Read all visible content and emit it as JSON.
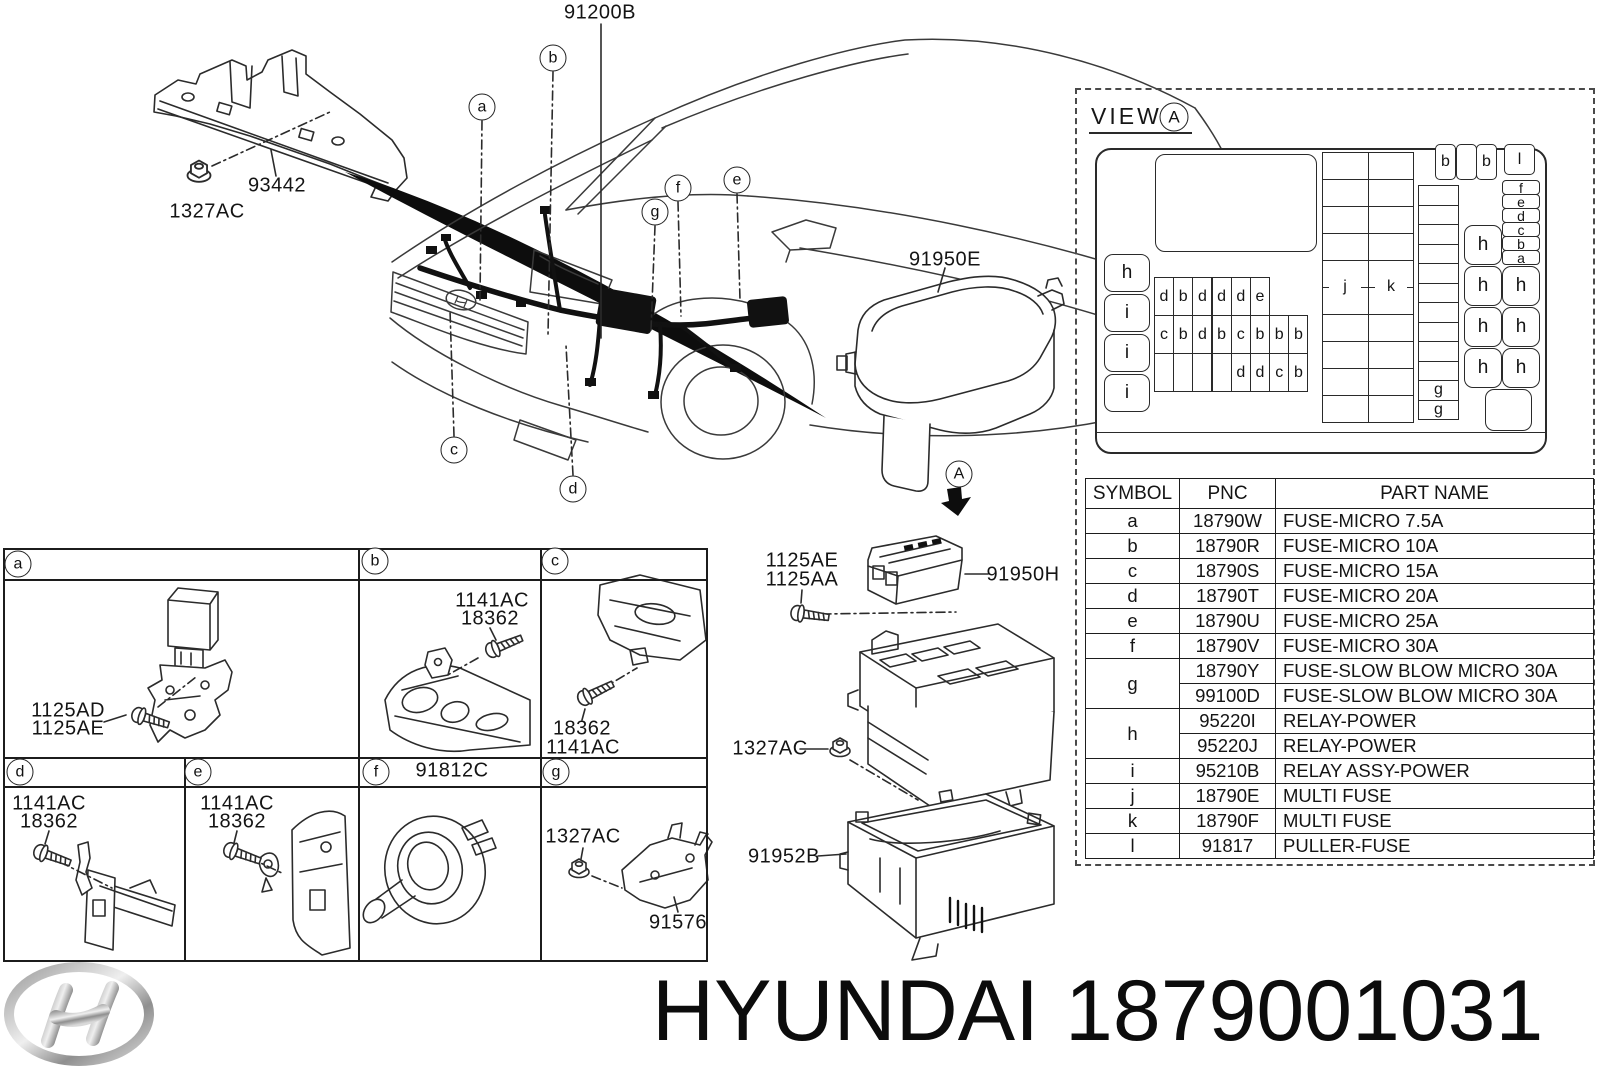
{
  "page": {
    "brand": "HYUNDAI",
    "part_number": "1879001031"
  },
  "main_diagram": {
    "part_labels": {
      "bracket_nut": "1327AC",
      "bracket": "93442",
      "wiring_harness": "91200B",
      "fuse_box_cover": "91950E",
      "upper_fuse_box": "91950H",
      "upper_box_bolt_line1": "1125AE",
      "upper_box_bolt_line2": "1125AA",
      "fuse_box_nut": "1327AC",
      "lower_tray": "91952B"
    },
    "callouts": [
      "a",
      "b",
      "c",
      "d",
      "e",
      "f",
      "g"
    ],
    "view_marker": "A"
  },
  "view_a": {
    "title": "VIEW",
    "marker": "A",
    "left_column": [
      "h",
      "i",
      "i",
      "i"
    ],
    "fuse_grid_rows": [
      [
        "d",
        "b",
        "d",
        "d",
        "d",
        "e"
      ],
      [
        "c",
        "b",
        "d",
        "b",
        "c",
        "b",
        "b",
        "b"
      ],
      [
        "",
        "",
        "",
        "",
        "d",
        "d",
        "c",
        "b"
      ]
    ],
    "multi_fuse_labels": [
      "j",
      "k"
    ],
    "strip_labels": [
      "g",
      "g"
    ],
    "top_cells": [
      "b",
      "",
      "b"
    ],
    "puller_cell": "l",
    "right_stack": [
      "f",
      "e",
      "d",
      "c",
      "b",
      "a"
    ],
    "relay_column_left": [
      "h",
      "h",
      "h",
      "h"
    ],
    "relay_column_right": [
      "h",
      "h",
      "h"
    ]
  },
  "parts_table": {
    "headers": [
      "SYMBOL",
      "PNC",
      "PART NAME"
    ],
    "rows": [
      {
        "symbol": "a",
        "entries": [
          [
            "18790W",
            "FUSE-MICRO 7.5A"
          ]
        ]
      },
      {
        "symbol": "b",
        "entries": [
          [
            "18790R",
            "FUSE-MICRO 10A"
          ]
        ]
      },
      {
        "symbol": "c",
        "entries": [
          [
            "18790S",
            "FUSE-MICRO 15A"
          ]
        ]
      },
      {
        "symbol": "d",
        "entries": [
          [
            "18790T",
            "FUSE-MICRO 20A"
          ]
        ]
      },
      {
        "symbol": "e",
        "entries": [
          [
            "18790U",
            "FUSE-MICRO 25A"
          ]
        ]
      },
      {
        "symbol": "f",
        "entries": [
          [
            "18790V",
            "FUSE-MICRO 30A"
          ]
        ]
      },
      {
        "symbol": "g",
        "entries": [
          [
            "18790Y",
            "FUSE-SLOW BLOW MICRO 30A"
          ],
          [
            "99100D",
            "FUSE-SLOW BLOW MICRO 30A"
          ]
        ]
      },
      {
        "symbol": "h",
        "entries": [
          [
            "95220I",
            "RELAY-POWER"
          ],
          [
            "95220J",
            "RELAY-POWER"
          ]
        ]
      },
      {
        "symbol": "i",
        "entries": [
          [
            "95210B",
            "RELAY ASSY-POWER"
          ]
        ]
      },
      {
        "symbol": "j",
        "entries": [
          [
            "18790E",
            "MULTI FUSE"
          ]
        ]
      },
      {
        "symbol": "k",
        "entries": [
          [
            "18790F",
            "MULTI FUSE"
          ]
        ]
      },
      {
        "symbol": "l",
        "entries": [
          [
            "91817",
            "PULLER-FUSE"
          ]
        ]
      }
    ]
  },
  "detail_panels": {
    "a": {
      "letter": "a",
      "label_line1": "1125AD",
      "label_line2": "1125AE"
    },
    "b": {
      "letter": "b",
      "label_line1": "1141AC",
      "label_line2": "18362"
    },
    "c": {
      "letter": "c",
      "label_line1": "18362",
      "label_line2": "1141AC"
    },
    "d": {
      "letter": "d",
      "label_line1": "1141AC",
      "label_line2": "18362"
    },
    "e": {
      "letter": "e",
      "label_line1": "1141AC",
      "label_line2": "18362"
    },
    "f": {
      "letter": "f",
      "part": "91812C"
    },
    "g": {
      "letter": "g",
      "label_line1": "1327AC",
      "label_line2": "91576"
    }
  }
}
